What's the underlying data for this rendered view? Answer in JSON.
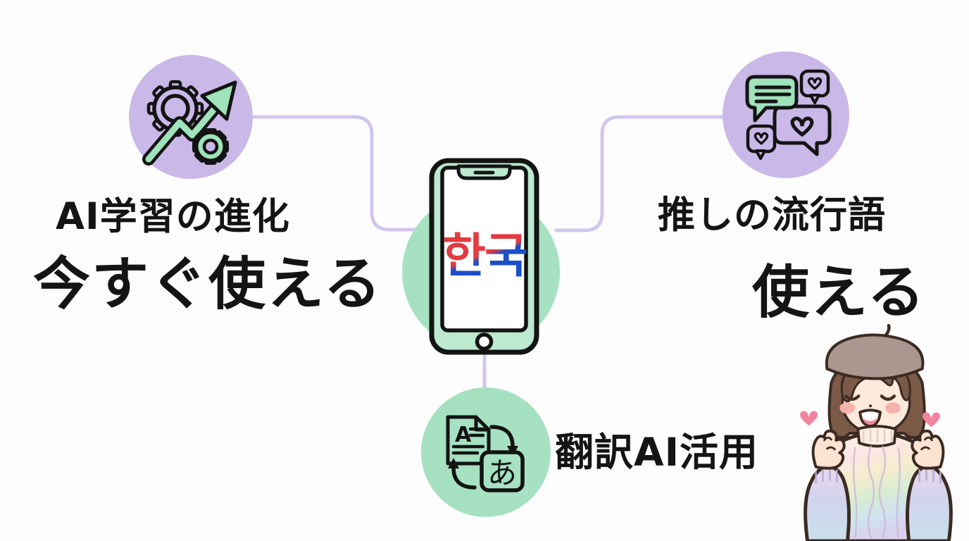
{
  "background": "#fdfdfd",
  "palette": {
    "lavender_circle": "#c9b8e8",
    "connector_line": "#d2c6ee",
    "mint_circle": "#a6e1c1",
    "phone_body_green": "#bce9cf",
    "icon_green": "#9fe2bb",
    "outline_black": "#131313",
    "text_black": "#141414",
    "korean_red": "#e23b42",
    "korean_blue": "#1b4fc8",
    "heart_pink": "#f2849f"
  },
  "nodes": {
    "ai_learning": {
      "title": "AI学習の進化",
      "subtitle": "今すぐ使える"
    },
    "oshi_slang": {
      "title": "推しの流行語",
      "subtitle": "使える"
    },
    "translation_ai": {
      "title": "翻訳AI活用",
      "doc_letter": "A",
      "kana_letter": "あ"
    },
    "phone": {
      "screen_text": "한국"
    }
  },
  "illustration": {
    "name": "girl-finger-hearts"
  }
}
